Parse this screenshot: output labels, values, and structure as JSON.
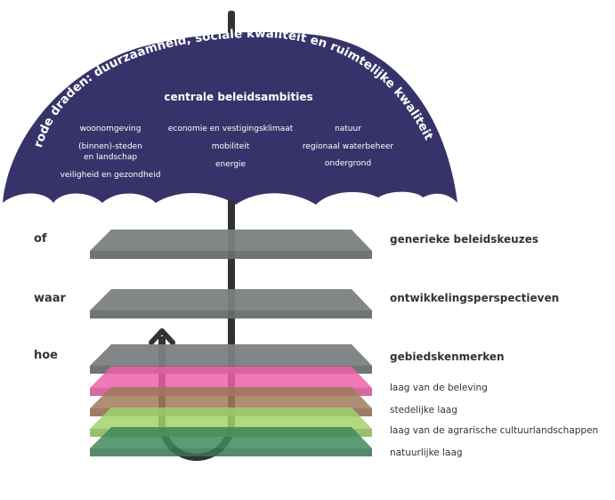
{
  "umbrella": {
    "arc_title": "rode draden: duurzaamheid, sociale kwaliteit en ruimtelijke kwaliteit",
    "heading": "centrale beleidsambities",
    "ambitions": {
      "col1": [
        "woonomgeving",
        "(binnen)-steden",
        "en landschap",
        "veiligheid en gezondheid"
      ],
      "col2": [
        "economie en vestigingsklimaat",
        "mobiliteit",
        "energie"
      ],
      "col3": [
        "natuur",
        "regionaal waterbeheer",
        "ondergrond"
      ]
    },
    "canopy_color": "#37336a"
  },
  "questions": [
    "of",
    "waar",
    "hoe"
  ],
  "layers": [
    {
      "label": "generieke beleidskeuzes",
      "color": "#7c7f80",
      "bold": true
    },
    {
      "label": "ontwikkelingsperspectieven",
      "color": "#7c7f80",
      "bold": true
    },
    {
      "label": "gebiedskenmerken",
      "color": "#7c7f80",
      "bold": true
    },
    {
      "label": "laag van de beleving",
      "color": "#ef5fa9",
      "bold": false
    },
    {
      "label": "stedelijke laag",
      "color": "#a07a5c",
      "bold": false
    },
    {
      "label": "laag van de agrarische cultuurlandschappen",
      "color": "#a2d26a",
      "bold": false
    },
    {
      "label": "natuurlijke laag",
      "color": "#3f8a5e",
      "bold": false
    }
  ]
}
